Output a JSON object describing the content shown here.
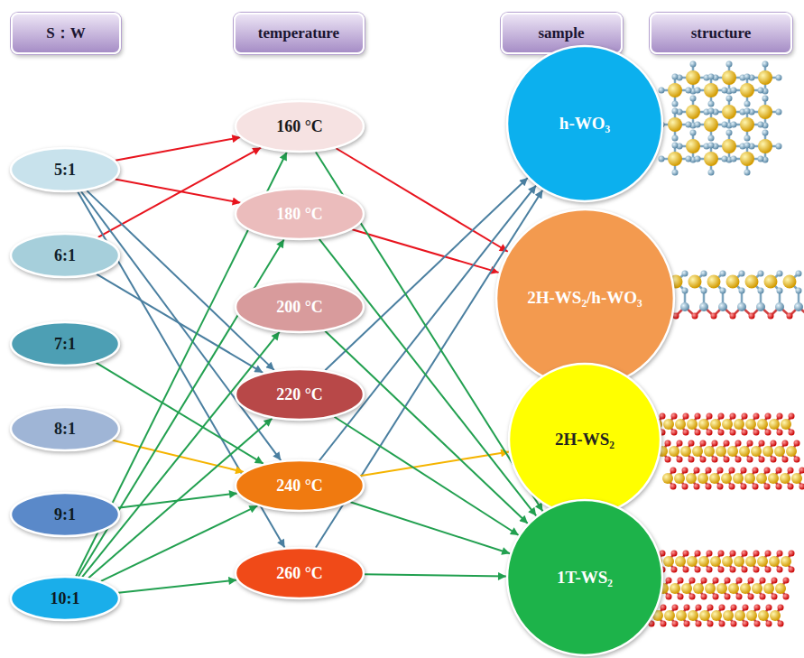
{
  "diagram": {
    "nodes": [
      {
        "text": [
          "S：W"
        ]
      },
      {
        "text": [
          "temperature"
        ]
      },
      {
        "text": [
          "sample"
        ]
      },
      {
        "text": [
          "structure"
        ]
      },
      {
        "text": [
          "5:1"
        ]
      },
      {
        "text": [
          "6:1"
        ]
      },
      {
        "text": [
          "7:1"
        ]
      },
      {
        "text": [
          "8:1"
        ]
      },
      {
        "text": [
          "9:1"
        ]
      },
      {
        "text": [
          "10:1"
        ]
      },
      {
        "text": [
          "160 °C"
        ]
      },
      {
        "text": [
          "180 °C"
        ]
      },
      {
        "text": [
          "200 °C"
        ]
      },
      {
        "text": [
          "220 °C"
        ]
      },
      {
        "text": [
          "240 °C"
        ]
      },
      {
        "text": [
          "260 °C"
        ]
      },
      {
        "text": [
          "h-WO₃"
        ]
      },
      {
        "text": [
          "2H-WS₂/h-WO₃"
        ]
      },
      {
        "text": [
          "2H-WS₂"
        ]
      },
      {
        "text": [
          "1T-WS₂"
        ]
      }
    ],
    "edges": [
      {
        "from": 4,
        "to": 10,
        "arrow": "to"
      },
      {
        "from": 4,
        "to": 11,
        "arrow": "to"
      },
      {
        "from": 5,
        "to": 10,
        "arrow": "to"
      },
      {
        "from": 4,
        "to": 13,
        "arrow": "to"
      },
      {
        "from": 4,
        "to": 14,
        "arrow": "to"
      },
      {
        "from": 4,
        "to": 15,
        "arrow": "to"
      },
      {
        "from": 5,
        "to": 13,
        "arrow": "to"
      },
      {
        "from": 6,
        "to": 14,
        "arrow": "to"
      },
      {
        "from": 7,
        "to": 14,
        "arrow": "to"
      },
      {
        "from": 8,
        "to": 14,
        "arrow": "to"
      },
      {
        "from": 9,
        "to": 10,
        "arrow": "to"
      },
      {
        "from": 9,
        "to": 11,
        "arrow": "to"
      },
      {
        "from": 9,
        "to": 12,
        "arrow": "to"
      },
      {
        "from": 9,
        "to": 13,
        "arrow": "to"
      },
      {
        "from": 9,
        "to": 14,
        "arrow": "to"
      },
      {
        "from": 9,
        "to": 15,
        "arrow": "to"
      },
      {
        "from": 10,
        "to": 17,
        "arrow": "to"
      },
      {
        "from": 11,
        "to": 17,
        "arrow": "to"
      },
      {
        "from": 13,
        "to": 16,
        "arrow": "to"
      },
      {
        "from": 14,
        "to": 16,
        "arrow": "to"
      },
      {
        "from": 15,
        "to": 16,
        "arrow": "to"
      },
      {
        "from": 14,
        "to": 18,
        "arrow": "to"
      },
      {
        "from": 10,
        "to": 19,
        "arrow": "to"
      },
      {
        "from": 11,
        "to": 19,
        "arrow": "to"
      },
      {
        "from": 12,
        "to": 19,
        "arrow": "to"
      },
      {
        "from": 13,
        "to": 19,
        "arrow": "to"
      },
      {
        "from": 14,
        "to": 19,
        "arrow": "to"
      },
      {
        "from": 15,
        "to": 19,
        "arrow": "to"
      }
    ]
  }
}
